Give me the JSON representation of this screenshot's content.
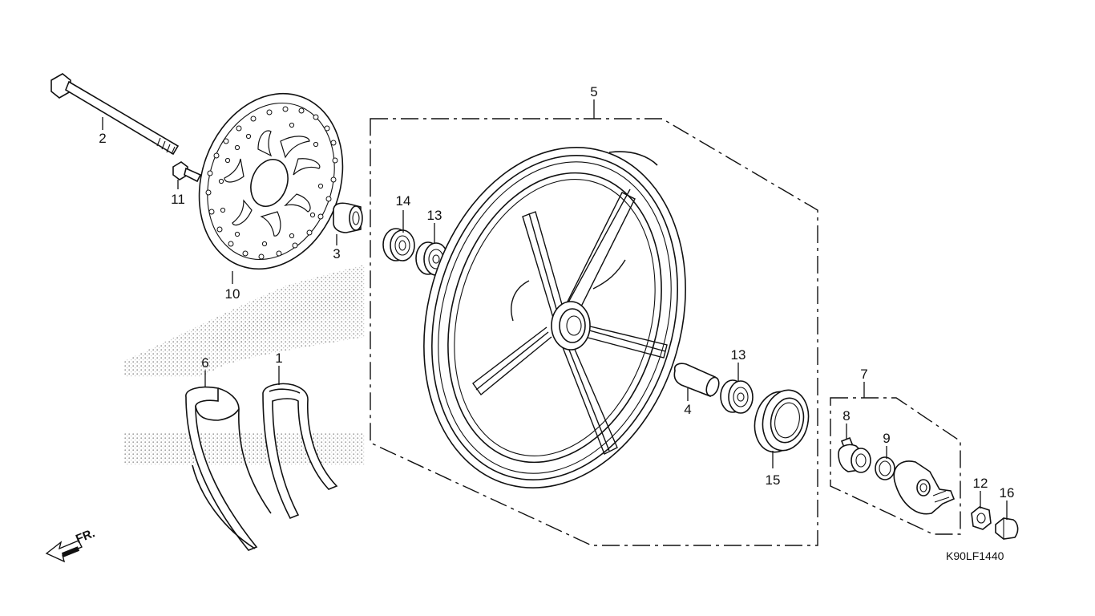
{
  "diagram": {
    "drawing_code": "K90LF1440",
    "front_indicator": "FR.",
    "callouts": {
      "p1": "1",
      "p2": "2",
      "p3": "3",
      "p4": "4",
      "p5": "5",
      "p6": "6",
      "p7": "7",
      "p8": "8",
      "p9": "9",
      "p10": "10",
      "p11": "11",
      "p12": "12",
      "p13a": "13",
      "p13b": "13",
      "p14": "14",
      "p15": "15",
      "p16": "16"
    }
  }
}
